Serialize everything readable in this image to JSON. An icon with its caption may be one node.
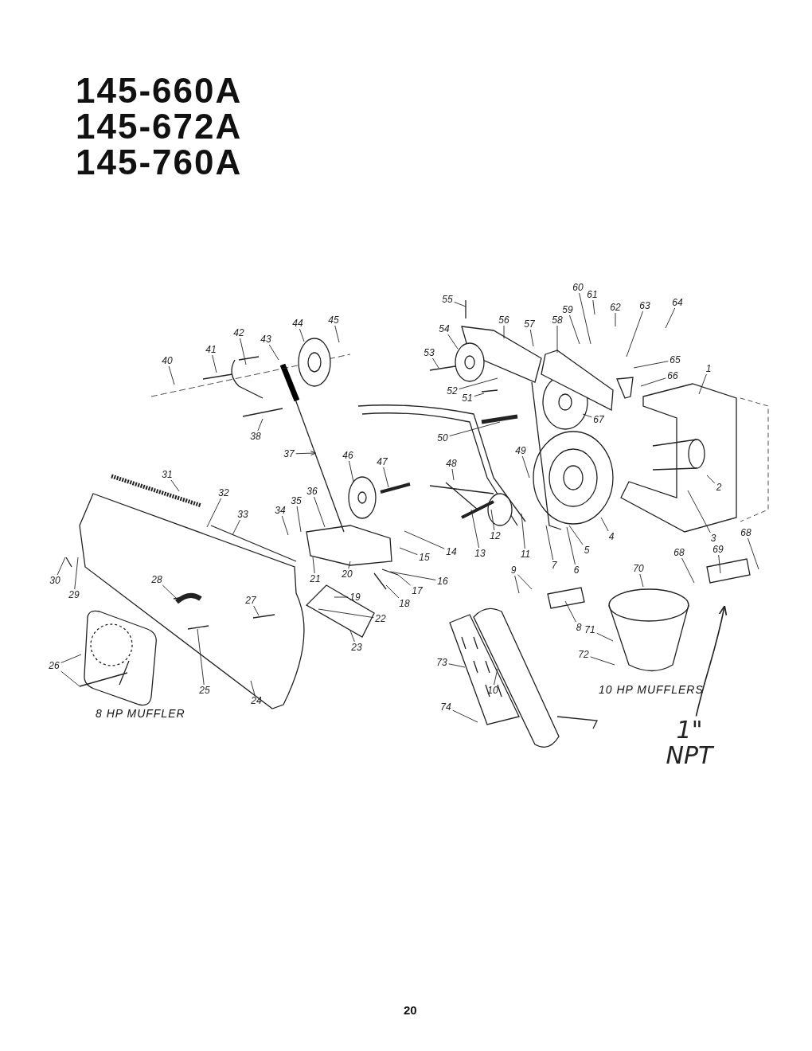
{
  "diagram": {
    "nodes": [
      {
        "text": [
          "1"
        ]
      },
      {
        "text": [
          "2"
        ]
      },
      {
        "text": [
          "3"
        ]
      },
      {
        "text": [
          "4"
        ]
      },
      {
        "text": [
          "5"
        ]
      },
      {
        "text": [
          "6"
        ]
      },
      {
        "text": [
          "7"
        ]
      },
      {
        "text": [
          "8"
        ]
      },
      {
        "text": [
          "9"
        ]
      },
      {
        "text": [
          "10"
        ]
      },
      {
        "text": [
          "11"
        ]
      },
      {
        "text": [
          "12"
        ]
      },
      {
        "text": [
          "13"
        ]
      },
      {
        "text": [
          "14"
        ]
      },
      {
        "text": [
          "15"
        ]
      },
      {
        "text": [
          "16"
        ]
      },
      {
        "text": [
          "17"
        ]
      },
      {
        "text": [
          "18"
        ]
      },
      {
        "text": [
          "19"
        ]
      },
      {
        "text": [
          "20"
        ]
      },
      {
        "text": [
          "21"
        ]
      },
      {
        "text": [
          "22"
        ]
      },
      {
        "text": [
          "23"
        ]
      },
      {
        "text": [
          "24"
        ]
      },
      {
        "text": [
          "25"
        ]
      },
      {
        "text": [
          "26"
        ]
      },
      {
        "text": [
          "27"
        ]
      },
      {
        "text": [
          "28"
        ]
      },
      {
        "text": [
          "29"
        ]
      },
      {
        "text": [
          "30"
        ]
      },
      {
        "text": [
          "31"
        ]
      },
      {
        "text": [
          "32"
        ]
      },
      {
        "text": [
          "33"
        ]
      },
      {
        "text": [
          "34"
        ]
      },
      {
        "text": [
          "35"
        ]
      },
      {
        "text": [
          "36"
        ]
      },
      {
        "text": [
          "37"
        ]
      },
      {
        "text": [
          "38"
        ]
      },
      {
        "text": [
          "40"
        ]
      },
      {
        "text": [
          "41"
        ]
      },
      {
        "text": [
          "42"
        ]
      },
      {
        "text": [
          "43"
        ]
      },
      {
        "text": [
          "44"
        ]
      },
      {
        "text": [
          "45"
        ]
      },
      {
        "text": [
          "46"
        ]
      },
      {
        "text": [
          "47"
        ]
      },
      {
        "text": [
          "48"
        ]
      },
      {
        "text": [
          "49"
        ]
      },
      {
        "text": [
          "50"
        ]
      },
      {
        "text": [
          "51"
        ]
      },
      {
        "text": [
          "52"
        ]
      },
      {
        "text": [
          "53"
        ]
      },
      {
        "text": [
          "54"
        ]
      },
      {
        "text": [
          "55"
        ]
      },
      {
        "text": [
          "56"
        ]
      },
      {
        "text": [
          "57"
        ]
      },
      {
        "text": [
          "58"
        ]
      },
      {
        "text": [
          "59"
        ]
      },
      {
        "text": [
          "60"
        ]
      },
      {
        "text": [
          "61"
        ]
      },
      {
        "text": [
          "62"
        ]
      },
      {
        "text": [
          "63"
        ]
      },
      {
        "text": [
          "64"
        ]
      },
      {
        "text": [
          "65"
        ]
      },
      {
        "text": [
          "66"
        ]
      },
      {
        "text": [
          "67"
        ]
      },
      {
        "text": [
          "68"
        ]
      },
      {
        "text": [
          "68"
        ]
      },
      {
        "text": [
          "69"
        ]
      },
      {
        "text": [
          "70"
        ]
      },
      {
        "text": [
          "71"
        ]
      },
      {
        "text": [
          "72"
        ]
      },
      {
        "text": [
          "73"
        ]
      },
      {
        "text": [
          "74"
        ]
      },
      {
        "text": [
          "1\" NPT"
        ]
      }
    ],
    "edges": [
      {
        "from": 0,
        "to": null,
        "arrow": "none"
      },
      {
        "from": 1,
        "to": null,
        "arrow": "none"
      },
      {
        "from": 2,
        "to": null,
        "arrow": "none"
      },
      {
        "from": 3,
        "to": null,
        "arrow": "none"
      },
      {
        "from": 4,
        "to": null,
        "arrow": "none"
      },
      {
        "from": 5,
        "to": null,
        "arrow": "none"
      },
      {
        "from": 6,
        "to": null,
        "arrow": "none"
      },
      {
        "from": 7,
        "to": null,
        "arrow": "none"
      },
      {
        "from": 8,
        "to": null,
        "arrow": "none"
      },
      {
        "from": 8,
        "to": null,
        "arrow": "none"
      },
      {
        "from": 9,
        "to": null,
        "arrow": "none"
      },
      {
        "from": 10,
        "to": null,
        "arrow": "none"
      },
      {
        "from": 11,
        "to": null,
        "arrow": "none"
      },
      {
        "from": 12,
        "to": null,
        "arrow": "none"
      },
      {
        "from": 13,
        "to": null,
        "arrow": "none"
      },
      {
        "from": 14,
        "to": null,
        "arrow": "none"
      },
      {
        "from": 15,
        "to": null,
        "arrow": "none"
      },
      {
        "from": 16,
        "to": null,
        "arrow": "none"
      },
      {
        "from": 17,
        "to": null,
        "arrow": "none"
      },
      {
        "from": 18,
        "to": null,
        "arrow": "none"
      },
      {
        "from": 19,
        "to": null,
        "arrow": "none"
      },
      {
        "from": 20,
        "to": null,
        "arrow": "none"
      },
      {
        "from": 21,
        "to": null,
        "arrow": "none"
      },
      {
        "from": 22,
        "to": null,
        "arrow": "none"
      },
      {
        "from": 23,
        "to": null,
        "arrow": "none"
      },
      {
        "from": 24,
        "to": null,
        "arrow": "none"
      },
      {
        "from": 25,
        "to": null,
        "arrow": "none"
      },
      {
        "from": 25,
        "to": null,
        "arrow": "none"
      },
      {
        "from": 26,
        "to": null,
        "arrow": "none"
      },
      {
        "from": 27,
        "to": null,
        "arrow": "none"
      },
      {
        "from": 28,
        "to": null,
        "arrow": "none"
      },
      {
        "from": 29,
        "to": null,
        "arrow": "none"
      },
      {
        "from": 30,
        "to": null,
        "arrow": "none"
      },
      {
        "from": 31,
        "to": null,
        "arrow": "none"
      },
      {
        "from": 32,
        "to": null,
        "arrow": "none"
      },
      {
        "from": 33,
        "to": null,
        "arrow": "none"
      },
      {
        "from": 34,
        "to": null,
        "arrow": "none"
      },
      {
        "from": 35,
        "to": null,
        "arrow": "none"
      },
      {
        "from": 36,
        "to": null,
        "arrow": "to"
      },
      {
        "from": 37,
        "to": null,
        "arrow": "none"
      },
      {
        "from": 38,
        "to": null,
        "arrow": "none"
      },
      {
        "from": 39,
        "to": null,
        "arrow": "none"
      },
      {
        "from": 40,
        "to": null,
        "arrow": "none"
      },
      {
        "from": 41,
        "to": null,
        "arrow": "none"
      },
      {
        "from": 42,
        "to": null,
        "arrow": "none"
      },
      {
        "from": 43,
        "to": null,
        "arrow": "none"
      },
      {
        "from": 44,
        "to": null,
        "arrow": "none"
      },
      {
        "from": 45,
        "to": null,
        "arrow": "none"
      },
      {
        "from": 46,
        "to": null,
        "arrow": "none"
      },
      {
        "from": 47,
        "to": null,
        "arrow": "none"
      },
      {
        "from": 48,
        "to": null,
        "arrow": "none"
      },
      {
        "from": 49,
        "to": null,
        "arrow": "none"
      },
      {
        "from": 50,
        "to": null,
        "arrow": "none"
      },
      {
        "from": 51,
        "to": null,
        "arrow": "none"
      },
      {
        "from": 52,
        "to": null,
        "arrow": "none"
      },
      {
        "from": 53,
        "to": null,
        "arrow": "none"
      },
      {
        "from": 54,
        "to": null,
        "arrow": "none"
      },
      {
        "from": 55,
        "to": null,
        "arrow": "none"
      },
      {
        "from": 56,
        "to": null,
        "arrow": "none"
      },
      {
        "from": 57,
        "to": null,
        "arrow": "none"
      },
      {
        "from": 58,
        "to": null,
        "arrow": "none"
      },
      {
        "from": 59,
        "to": null,
        "arrow": "none"
      },
      {
        "from": 60,
        "to": null,
        "arrow": "none"
      },
      {
        "from": 61,
        "to": null,
        "arrow": "none"
      },
      {
        "from": 62,
        "to": null,
        "arrow": "none"
      },
      {
        "from": 63,
        "to": null,
        "arrow": "none"
      },
      {
        "from": 64,
        "to": null,
        "arrow": "none"
      },
      {
        "from": 65,
        "to": null,
        "arrow": "none"
      },
      {
        "from": 66,
        "to": null,
        "arrow": "none"
      },
      {
        "from": 67,
        "to": null,
        "arrow": "none"
      },
      {
        "from": 68,
        "to": null,
        "arrow": "none"
      },
      {
        "from": 69,
        "to": null,
        "arrow": "none"
      },
      {
        "from": 70,
        "to": null,
        "arrow": "none"
      },
      {
        "from": 71,
        "to": null,
        "arrow": "none"
      },
      {
        "from": 72,
        "to": null,
        "arrow": "none"
      },
      {
        "from": 73,
        "to": null,
        "arrow": "none"
      },
      {
        "from": 74,
        "to": null,
        "arrow": "to"
      }
    ],
    "labels": [
      "145-660A",
      "145-672A",
      "145-760A",
      "8 HP MUFFLER",
      "10 HP MUFFLERS",
      "20"
    ]
  }
}
